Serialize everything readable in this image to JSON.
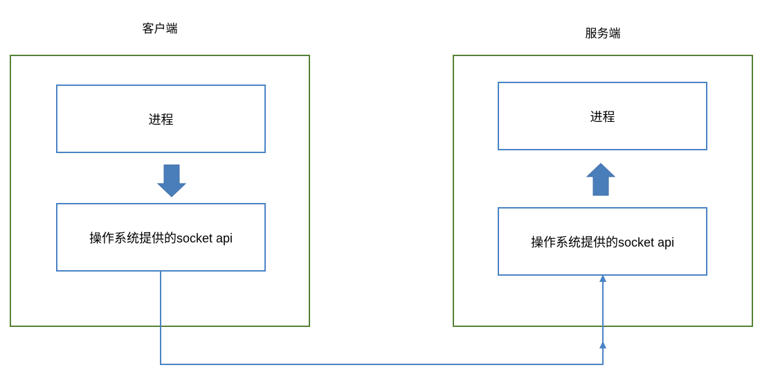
{
  "diagram": {
    "title_client": "客户端",
    "title_server": "服务端",
    "client": {
      "process_label": "进程",
      "socket_label": "操作系统提供的socket api"
    },
    "server": {
      "process_label": "进程",
      "socket_label": "操作系统提供的socket api"
    },
    "colors": {
      "outer_border": "#548235",
      "inner_border": "#4a83c4",
      "arrow_fill": "#4a7ebb",
      "connector": "#4a83c4",
      "text": "#000000",
      "background": "#ffffff"
    },
    "icons": {
      "client_arrow": "arrow-down-icon",
      "server_arrow": "arrow-up-icon",
      "network_connector": "connector-line-icon"
    }
  }
}
